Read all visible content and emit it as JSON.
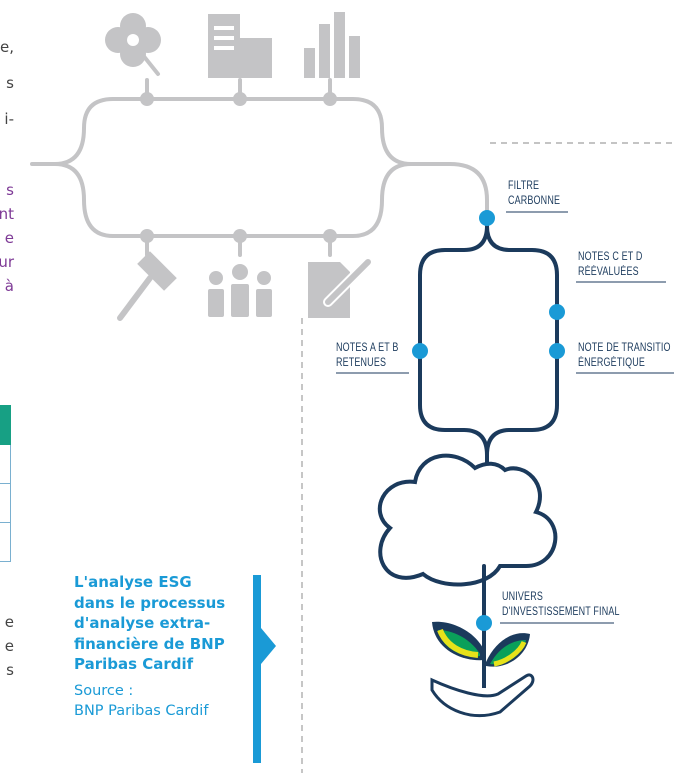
{
  "left_fragments": {
    "p1": [
      "e,",
      "s",
      "i-"
    ],
    "p2": [
      "s",
      "nt",
      "e",
      "ur",
      "à"
    ],
    "p3": [
      "e",
      "e",
      "s"
    ]
  },
  "labels": {
    "filtre_carbonne": [
      "FILTRE",
      "CARBONNE"
    ],
    "notes_cd": [
      "NOTES C ET D",
      "RÉÉVALUÉES"
    ],
    "note_transition": [
      "NOTE DE TRANSITIO",
      "ÉNERGÉTIQUE"
    ],
    "notes_ab": [
      "NOTES A ET B",
      "RETENUES"
    ],
    "univers": [
      "UNIVERS",
      "D'INVESTISSEMENT FINAL"
    ]
  },
  "caption": {
    "title": [
      "L'analyse ESG",
      "dans le processus",
      "d'analyse extra-",
      "financière de BNP",
      "Paribas Cardif"
    ],
    "source": [
      "Source :",
      "BNP Paribas Cardif"
    ]
  },
  "icons": {
    "top": [
      "flower-icon",
      "building-icon",
      "bar-chart-icon"
    ],
    "bottom": [
      "gavel-icon",
      "people-icon",
      "edit-document-icon"
    ],
    "plant": "plant-in-hand-icon"
  },
  "colors": {
    "navy": "#1b3a5c",
    "blue": "#1a9ad6",
    "gray": "#c4c4c6",
    "green": "#0aa05a",
    "purple": "#7e3a96",
    "teal": "#17a084"
  }
}
